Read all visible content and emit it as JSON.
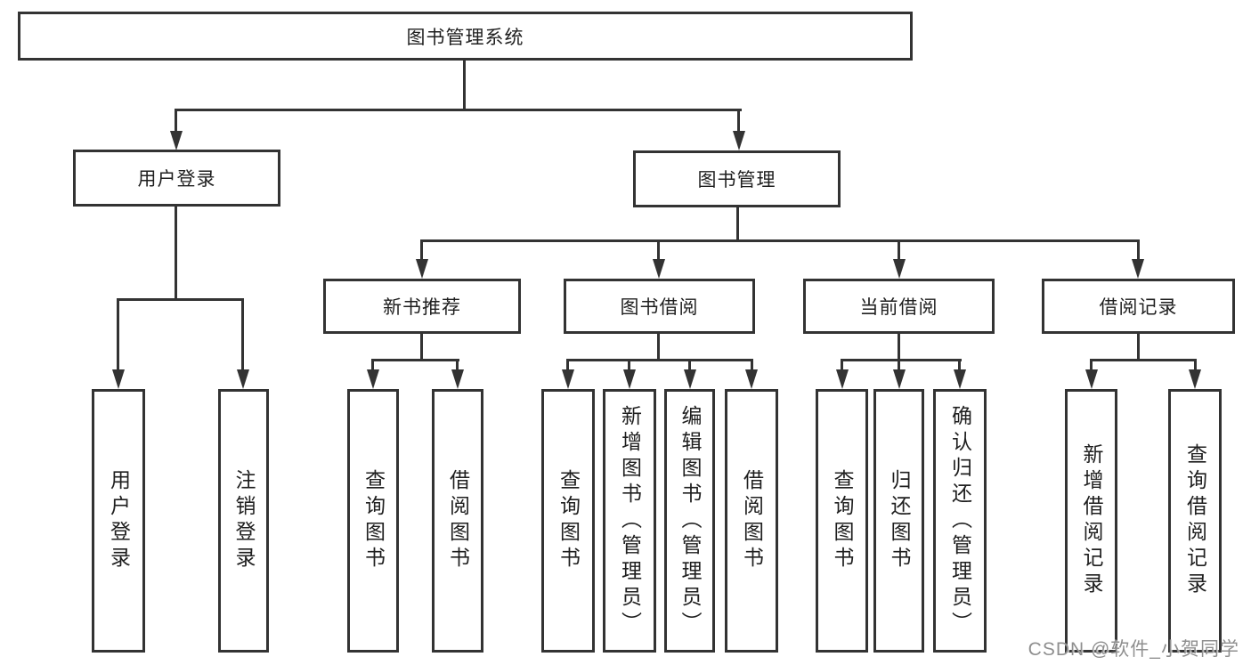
{
  "diagram": {
    "title": "图书管理系统",
    "branches": [
      {
        "label": "用户登录",
        "children": [
          {
            "label": "用户登录"
          },
          {
            "label": "注销登录"
          }
        ]
      },
      {
        "label": "图书管理",
        "children": [
          {
            "label": "新书推荐",
            "children": [
              {
                "label": "查询图书"
              },
              {
                "label": "借阅图书"
              }
            ]
          },
          {
            "label": "图书借阅",
            "children": [
              {
                "label": "查询图书"
              },
              {
                "label": "新增图书（管理员）"
              },
              {
                "label": "编辑图书（管理员）"
              },
              {
                "label": "借阅图书"
              }
            ]
          },
          {
            "label": "当前借阅",
            "children": [
              {
                "label": "查询图书"
              },
              {
                "label": "归还图书"
              },
              {
                "label": "确认归还（管理员）"
              }
            ]
          },
          {
            "label": "借阅记录",
            "children": [
              {
                "label": "新增借阅记录"
              },
              {
                "label": "查询借阅记录"
              }
            ]
          }
        ]
      }
    ]
  },
  "watermark": {
    "text": "CSDN @软件_小贺同学"
  },
  "colors": {
    "line": "#333333",
    "node_border": "#333333",
    "text": "#1f1f1f",
    "background": "#ffffff",
    "watermark": "#8f8f8f"
  }
}
